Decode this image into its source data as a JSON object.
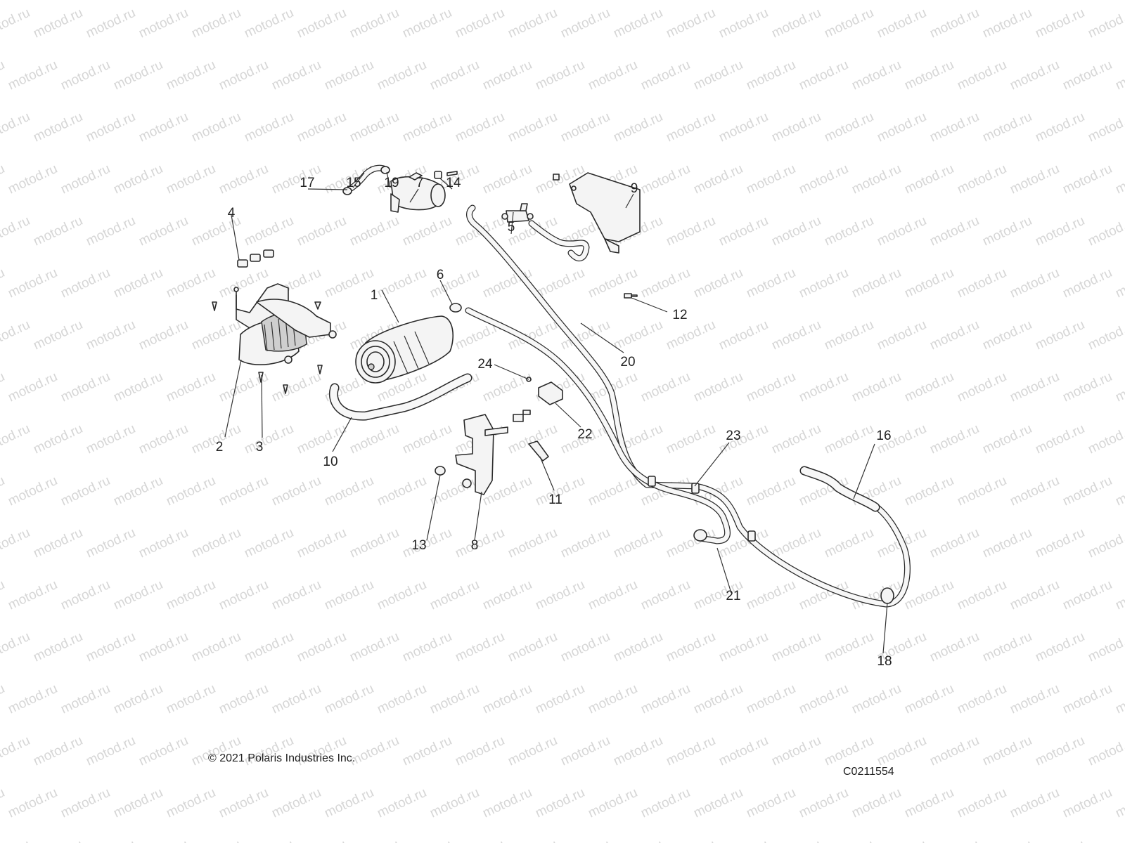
{
  "watermark": {
    "text": "motod.ru"
  },
  "callouts": [
    {
      "id": "1",
      "text": "1"
    },
    {
      "id": "2",
      "text": "2"
    },
    {
      "id": "3",
      "text": "3"
    },
    {
      "id": "4",
      "text": "4"
    },
    {
      "id": "5",
      "text": "5"
    },
    {
      "id": "6",
      "text": "6"
    },
    {
      "id": "7",
      "text": "7"
    },
    {
      "id": "8",
      "text": "8"
    },
    {
      "id": "9",
      "text": "9"
    },
    {
      "id": "10",
      "text": "10"
    },
    {
      "id": "11",
      "text": "11"
    },
    {
      "id": "12",
      "text": "12"
    },
    {
      "id": "13",
      "text": "13"
    },
    {
      "id": "14",
      "text": "14"
    },
    {
      "id": "15",
      "text": "15"
    },
    {
      "id": "16",
      "text": "16"
    },
    {
      "id": "17",
      "text": "17"
    },
    {
      "id": "18",
      "text": "18"
    },
    {
      "id": "19",
      "text": "19"
    },
    {
      "id": "20",
      "text": "20"
    },
    {
      "id": "21",
      "text": "21"
    },
    {
      "id": "22",
      "text": "22"
    },
    {
      "id": "23",
      "text": "23"
    },
    {
      "id": "24",
      "text": "24"
    }
  ],
  "footer": {
    "copyright": "© 2021 Polaris Industries Inc.",
    "drawing_id": "C0211554"
  }
}
